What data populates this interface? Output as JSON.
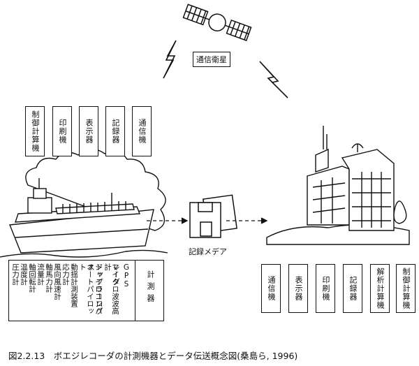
{
  "satellite": {
    "label": "通信衛星"
  },
  "ship_devices": [
    {
      "label": "制御計算機"
    },
    {
      "label": "印刷機"
    },
    {
      "label": "表示器"
    },
    {
      "label": "記録器"
    },
    {
      "label": "通信機"
    }
  ],
  "media": {
    "label": "記録メデア"
  },
  "land_devices": [
    {
      "label": "通信機"
    },
    {
      "label": "表示器"
    },
    {
      "label": "印刷機"
    },
    {
      "label": "記録器"
    },
    {
      "label": "解析計算機"
    },
    {
      "label": "制御計算機"
    }
  ],
  "instruments": {
    "columns": [
      {
        "label": "圧力計"
      },
      {
        "label": "温度計"
      },
      {
        "label": "軸回転計"
      },
      {
        "label": "流量計"
      },
      {
        "label": "軸馬力計"
      },
      {
        "label": "風向風速計"
      },
      {
        "label": "応力計"
      },
      {
        "label": "動揺計測装置"
      },
      {
        "label": "オートパイロット"
      },
      {
        "label": "ジャイロコンパス"
      },
      {
        "label": "ドップラーログ"
      },
      {
        "label": "マイクロ波波高計"
      },
      {
        "label": "レーダ"
      },
      {
        "label": "GPS"
      }
    ],
    "heading": "計測器"
  },
  "caption": "図2.2.13　ボエジレコーダの計測機器とデータ伝送概念図(桑島ら, 1996)"
}
